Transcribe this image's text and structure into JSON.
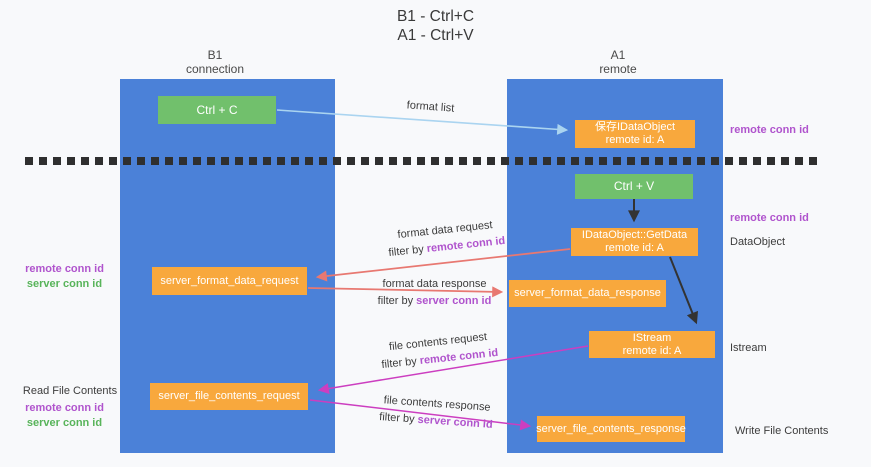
{
  "title": {
    "line1": "B1 - Ctrl+C",
    "line2": "A1 - Ctrl+V"
  },
  "lifelines": {
    "b1": {
      "name": "B1",
      "role": "connection"
    },
    "a1": {
      "name": "A1",
      "role": "remote"
    }
  },
  "boxes": {
    "ctrl_c": "Ctrl + C",
    "ctrl_v": "Ctrl + V",
    "save_dataobject": {
      "line1": "保存IDataObject",
      "line2": "remote id: A"
    },
    "getdata": {
      "line1": "IDataObject::GetData",
      "line2": "remote id: A"
    },
    "istream": {
      "line1": "IStream",
      "line2": "remote id: A"
    },
    "server_format_data_request": "server_format_data_request",
    "server_format_data_response": "server_format_data_response",
    "server_file_contents_request": "server_file_contents_request",
    "server_file_contents_response": "server_file_contents_response"
  },
  "arrow_labels": {
    "format_list": "format list",
    "format_data_request": {
      "title": "format data request",
      "filter_prefix": "filter by",
      "filter_keyword": "remote conn id"
    },
    "format_data_response": {
      "title": "format data response",
      "filter_prefix": "filter by",
      "filter_keyword": "server conn id"
    },
    "file_contents_request": {
      "title": "file contents request",
      "filter_prefix": "filter by",
      "filter_keyword": "remote conn id"
    },
    "file_contents_response": {
      "title": "file contents response",
      "filter_prefix": "filter by",
      "filter_keyword": "server conn id"
    }
  },
  "side_labels": {
    "right_top_conn": "remote conn id",
    "right_mid_conn": "remote conn id",
    "right_dataobject": "DataObject",
    "right_istream": "Istream",
    "right_write_file": "Write File Contents",
    "left_mid": {
      "line1": "remote conn id",
      "line2": "server conn id"
    },
    "left_bottom_title": "Read File Contents",
    "left_bottom": {
      "line1": "remote conn id",
      "line2": "server conn id"
    }
  },
  "colors": {
    "lifeline_blue": "#4b81d8",
    "action_green": "#71c06c",
    "message_orange": "#f8a83d",
    "remote_conn_purple": "#b054cd",
    "server_conn_green": "#58b45a",
    "request_arrow_salmon": "#e87871",
    "file_arrow_magenta": "#cc3ec0",
    "format_list_blue": "#aad4f0",
    "separator_black": "#2f2f2f"
  }
}
